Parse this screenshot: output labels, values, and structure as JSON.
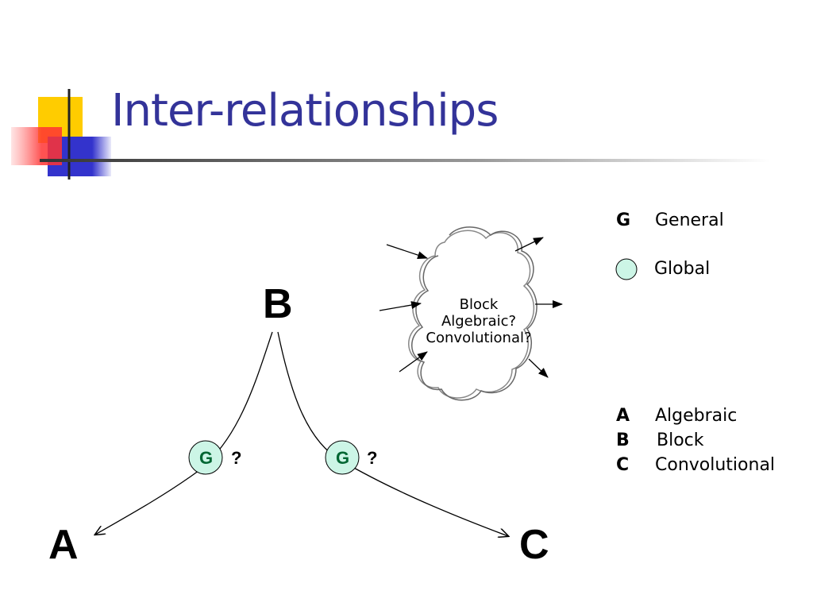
{
  "slide": {
    "title": "Inter-relationships",
    "title_color": "#333399"
  },
  "diagram": {
    "node_b": "B",
    "node_a": "A",
    "node_c": "C",
    "badge_left": {
      "letter": "G",
      "note": "?"
    },
    "badge_right": {
      "letter": "G",
      "note": "?"
    },
    "badge_fill": "#ccf5e6",
    "cloud_lines": [
      "Block",
      "Algebraic?",
      "Convolutional?"
    ]
  },
  "legend": {
    "general": {
      "key": "G",
      "label": "General"
    },
    "global": {
      "label": "Global"
    },
    "algebraic": {
      "key": "A",
      "label": "Algebraic"
    },
    "block": {
      "key": "B",
      "label": "Block"
    },
    "convolutional": {
      "key": "C",
      "label": "Convolutional"
    }
  }
}
